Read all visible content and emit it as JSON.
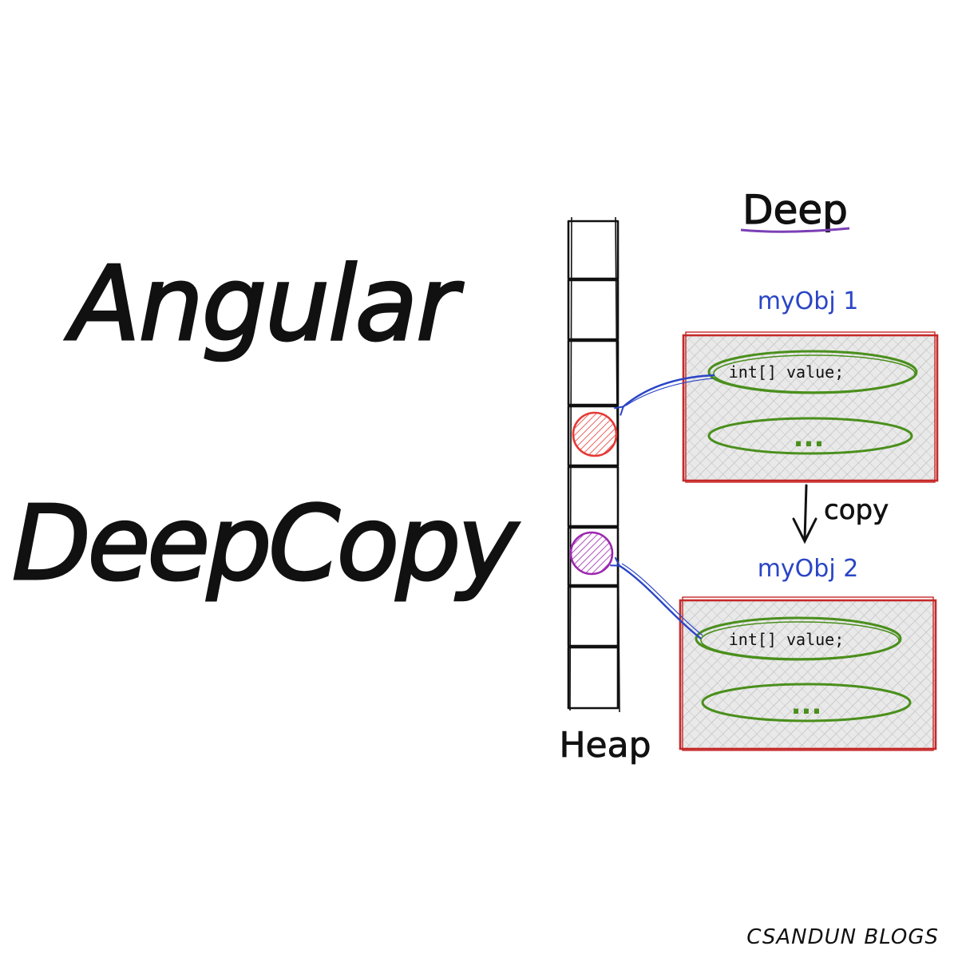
{
  "title": {
    "line1": "Angular",
    "line2": "DeepCopy"
  },
  "diagram": {
    "heading": "Deep",
    "heap_label": "Heap",
    "copy_label": "copy",
    "object1": {
      "label": "myObj 1",
      "field": "int[] value;",
      "ellipsis": "..."
    },
    "object2": {
      "label": "myObj 2",
      "field": "int[] value;",
      "ellipsis": "..."
    }
  },
  "footer": {
    "brand": "CSANDUN BLOGS"
  },
  "colors": {
    "ink": "#111111",
    "object_border": "#c62828",
    "field_outline": "#4a8f1c",
    "pointer_arrow": "#2a45c6",
    "label_blue": "#2a45c6",
    "heap_cell_red": "#e53935",
    "heap_cell_purple": "#9c27b0",
    "underline_purple": "#7b3fb5",
    "hatch_gray": "#bdbdbd"
  }
}
